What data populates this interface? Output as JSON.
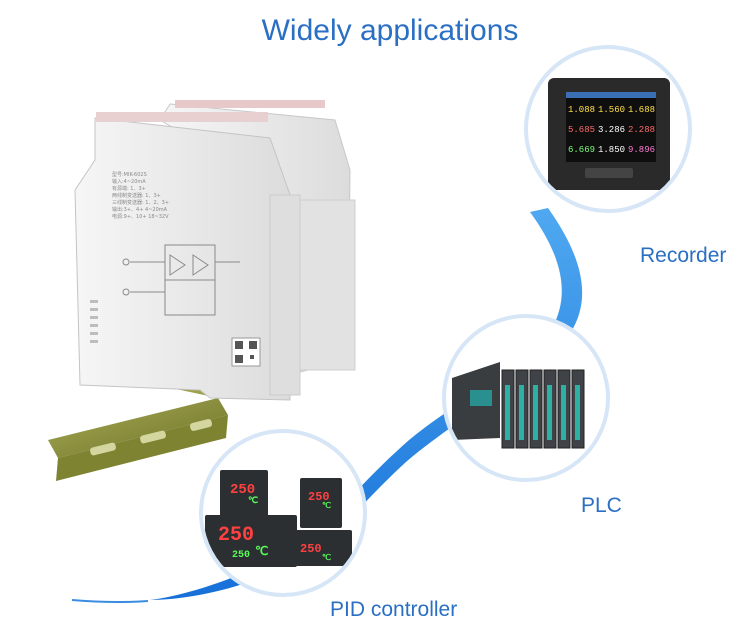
{
  "title": "Widely applications",
  "applications": [
    {
      "label": "Recorder"
    },
    {
      "label": "PLC"
    },
    {
      "label": "PID controller"
    }
  ],
  "module_front_text": [
    "型号:MIK-602S",
    "输入:4~20mA",
    "有源端: 1、3+",
    "两线制变送器: 1、3+",
    "三线制变送器: 1、2、3+",
    "输出:3+、4+ 4~20mA",
    "电源:9+、10+ 18~32V"
  ],
  "recorder_readouts": [
    "1.088",
    "1.560",
    "1.688",
    "5.685",
    "3.286",
    "2.288",
    "6.669",
    "1.850",
    "9.896"
  ],
  "pid_readouts": [
    "250",
    "250",
    "250",
    "250",
    "250"
  ],
  "pid_units": [
    "℃",
    "℃",
    "℃",
    "℃"
  ],
  "colors": {
    "accent": "#2a6fc4",
    "ribbon": "#1e88e5",
    "module": "#efefef",
    "rail": "#8a8f3a"
  }
}
